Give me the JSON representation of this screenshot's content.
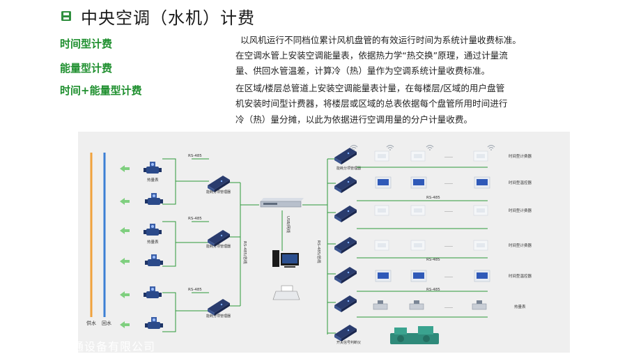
{
  "header": {
    "title": "中央空调（水机）计费"
  },
  "modes": [
    "时间型计费",
    "能量型计费",
    "时间+能量型计费"
  ],
  "description": [
    "以风机运行不同档位累计风机盘管的有效运行时间为系统计量收费标准。",
    "在空调水管上安装空调能量表，依据热力学“热交换”原理，通过计量流",
    "量、供回水管温差，计算冷（热）量作为空调系统计量收费标准。",
    "在区域/楼层总管道上安装空调能量表计量，在每楼层/区域的用户盘管",
    "机安装时间型计费器，将楼层或区域的总表依据每个盘管所用时间进行",
    "冷（热）量分摊，以此为依据进行空调用量的分户计量收费。"
  ],
  "diagram": {
    "pipe_supply": "供水",
    "pipe_return": "回水",
    "heat_meter": "热量表",
    "collector": "能耗分项管理器",
    "rs485": "RS-485",
    "usb_link": "USB/网线",
    "bus_left": "RS-485/总线",
    "bus_right": "RS-485/总线",
    "ellipsis": "……",
    "row_labels": [
      "时间型计费器",
      "时间型温控器",
      "时间型计费器",
      "时间型计费器",
      "时间型温控器",
      "热量表"
    ],
    "switch_collector": "开关信号判断仪",
    "colors": {
      "supply": "#f0a23c",
      "return": "#3c7fd4",
      "arrow": "#7fcf7f",
      "line": "#2e9a3a"
    }
  },
  "footer": {
    "company": "控暖通设备有限公司"
  }
}
